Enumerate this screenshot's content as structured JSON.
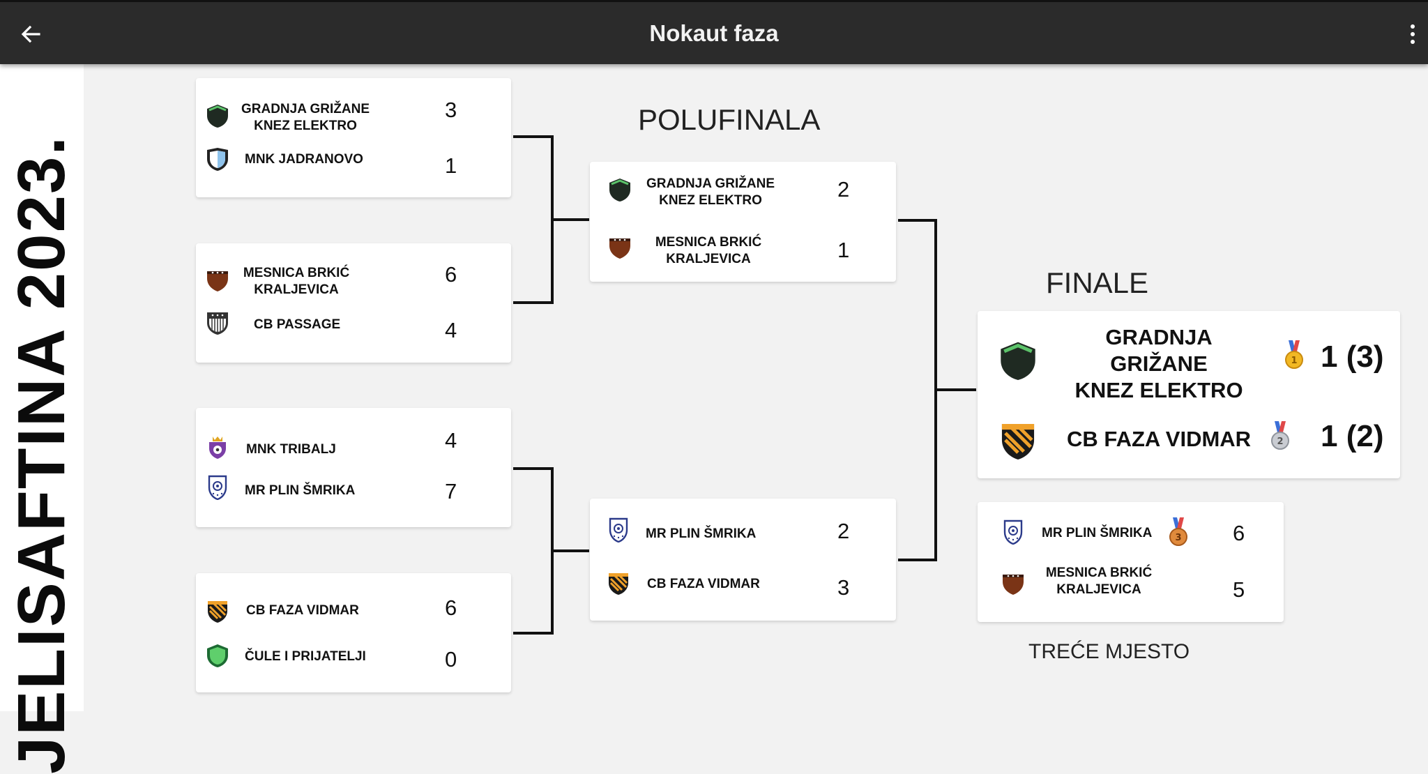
{
  "header": {
    "title": "Nokaut faza"
  },
  "event_title": "JELISAFTINA 2023.",
  "stages": {
    "semifinals": "POLUFINALA",
    "final": "FINALE",
    "third_place": "TREĆE MJESTO"
  },
  "quarterfinals": [
    {
      "home": {
        "name": "GRADNJA GRIŽANE\nKNEZ ELEKTRO",
        "crest": "shield-dark-green-icon",
        "score": "3"
      },
      "away": {
        "name": "MNK JADRANOVO",
        "crest": "shield-light-blue-icon",
        "score": "1"
      }
    },
    {
      "home": {
        "name": "MESNICA BRKIĆ\nKRALJEVICA",
        "crest": "shield-brown-icon",
        "score": "6"
      },
      "away": {
        "name": "CB PASSAGE",
        "crest": "shield-striped-grey-icon",
        "score": "4"
      }
    },
    {
      "home": {
        "name": "MNK TRIBALJ",
        "crest": "crown-ball-purple-icon",
        "score": "4"
      },
      "away": {
        "name": "MR PLIN ŠMRIKA",
        "crest": "shield-ball-white-icon",
        "score": "7"
      }
    },
    {
      "home": {
        "name": "CB FAZA VIDMAR",
        "crest": "shield-orange-stripes-icon",
        "score": "6"
      },
      "away": {
        "name": "ČULE I PRIJATELJI",
        "crest": "shield-green-icon",
        "score": "0"
      }
    }
  ],
  "semifinals": [
    {
      "home": {
        "name": "GRADNJA GRIŽANE\nKNEZ ELEKTRO",
        "crest": "shield-dark-green-icon",
        "score": "2"
      },
      "away": {
        "name": "MESNICA BRKIĆ\nKRALJEVICA",
        "crest": "shield-brown-icon",
        "score": "1"
      }
    },
    {
      "home": {
        "name": "MR PLIN ŠMRIKA",
        "crest": "shield-ball-white-icon",
        "score": "2"
      },
      "away": {
        "name": "CB FAZA VIDMAR",
        "crest": "shield-orange-stripes-icon",
        "score": "3"
      }
    }
  ],
  "final": {
    "home": {
      "name": "GRADNJA GRIŽANE\nKNEZ ELEKTRO",
      "crest": "shield-dark-green-icon",
      "score": "1 (3)",
      "medal": "gold-medal-icon"
    },
    "away": {
      "name": "CB FAZA VIDMAR",
      "crest": "shield-orange-stripes-icon",
      "score": "1 (2)",
      "medal": "silver-medal-icon"
    }
  },
  "third_place": {
    "home": {
      "name": "MR PLIN ŠMRIKA",
      "crest": "shield-ball-white-icon",
      "score": "6",
      "medal": "bronze-medal-icon"
    },
    "away": {
      "name": "MESNICA BRKIĆ\nKRALJEVICA",
      "crest": "shield-brown-icon",
      "score": "5"
    }
  }
}
